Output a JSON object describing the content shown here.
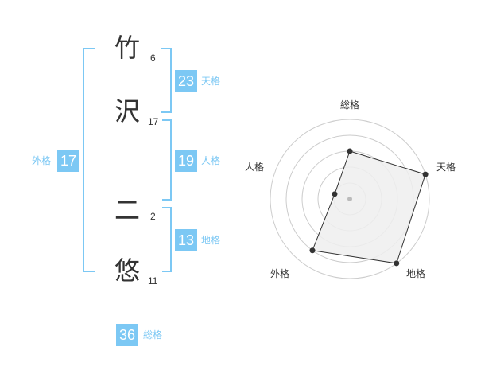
{
  "name": {
    "chars": [
      {
        "char": "竹",
        "strokes": "6"
      },
      {
        "char": "沢",
        "strokes": "17"
      },
      {
        "char": "二",
        "strokes": "2"
      },
      {
        "char": "悠",
        "strokes": "11"
      }
    ]
  },
  "fortunes": {
    "tenkaku": {
      "value": "23",
      "label": "天格"
    },
    "jinkaku": {
      "value": "19",
      "label": "人格"
    },
    "chikaku": {
      "value": "13",
      "label": "地格"
    },
    "gaikaku": {
      "value": "17",
      "label": "外格"
    },
    "soukaku": {
      "value": "36",
      "label": "総格"
    }
  },
  "chart_data": {
    "type": "radar",
    "axes": [
      "総格",
      "天格",
      "地格",
      "外格",
      "人格"
    ],
    "rings": 5,
    "max": 5,
    "values": [
      3,
      5,
      5,
      4,
      1
    ],
    "colors": {
      "fill": "#eeeeee",
      "line": "#333333",
      "grid": "#cccccc",
      "center": "#bbbbbb"
    }
  }
}
